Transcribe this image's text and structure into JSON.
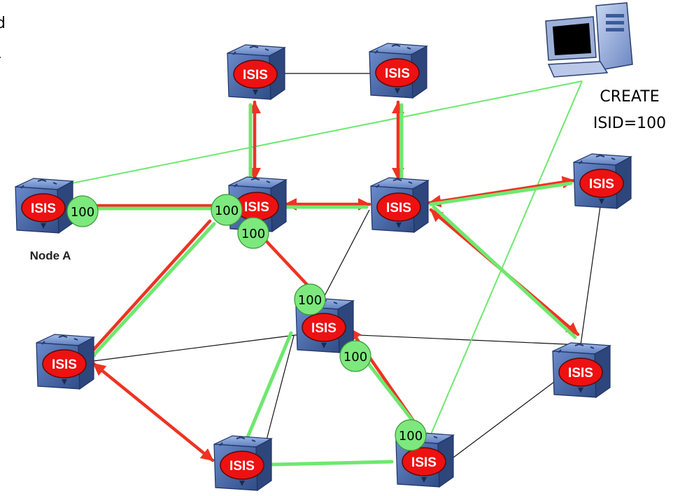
{
  "top_left_text": [
    "d",
    "-"
  ],
  "workstation_label": {
    "line1": "CREATE",
    "line2": "ISID=100"
  },
  "node_a_label": "Node A",
  "node_label": "ISIS",
  "badge_label": "100",
  "colors": {
    "red_path": "#ee3322",
    "green_path": "#6ee86e",
    "badge_fill": "#7de87d",
    "node_cube": "#3f5f99",
    "node_oval": "#ee1111"
  }
}
